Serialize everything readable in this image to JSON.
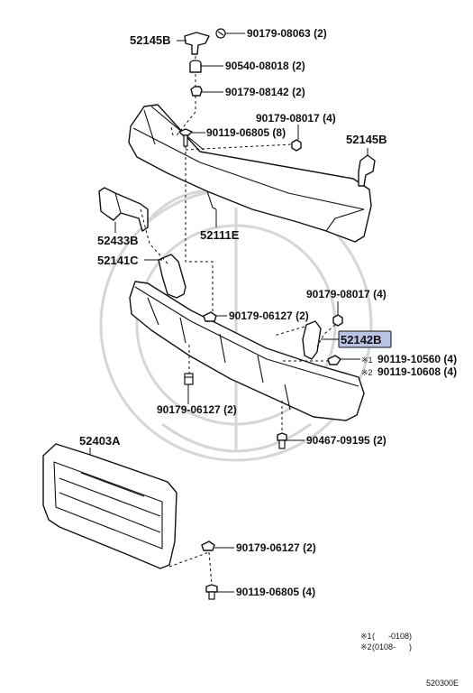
{
  "parts": {
    "bracket_top_left": "52145B",
    "bolt_top": "90179-08063 (2)",
    "cushion": "90540-08018 (2)",
    "nut_upper": "90179-08142 (2)",
    "nut_right_upper": "90179-08017 (4)",
    "bolt_upper": "90119-06805 (8)",
    "bracket_right": "52145B",
    "bracket_left": "52433B",
    "bumper_cover": "52111E",
    "retainer_left": "52141C",
    "nut_right_mid": "90179-08017 (4)",
    "clip_center": "90179-06127 (2)",
    "retainer_right": "52142B",
    "bolt_note1": "90119-10560 (4)",
    "bolt_note2": "90119-10608 (4)",
    "note1_mark": "※1",
    "note2_mark": "※2",
    "clip_lower_left": "90179-06127 (2)",
    "screw_lower": "90467-09195 (2)",
    "grille": "52403A",
    "clip_grille": "90179-06127 (2)",
    "bolt_grille": "90119-06805 (4)"
  },
  "notes": [
    {
      "mark": "※1",
      "text": "(      -0108)"
    },
    {
      "mark": "※2",
      "text": "(0108-      )"
    }
  ],
  "diagram_code": "520300E",
  "highlight_color": "#b9c3e8"
}
